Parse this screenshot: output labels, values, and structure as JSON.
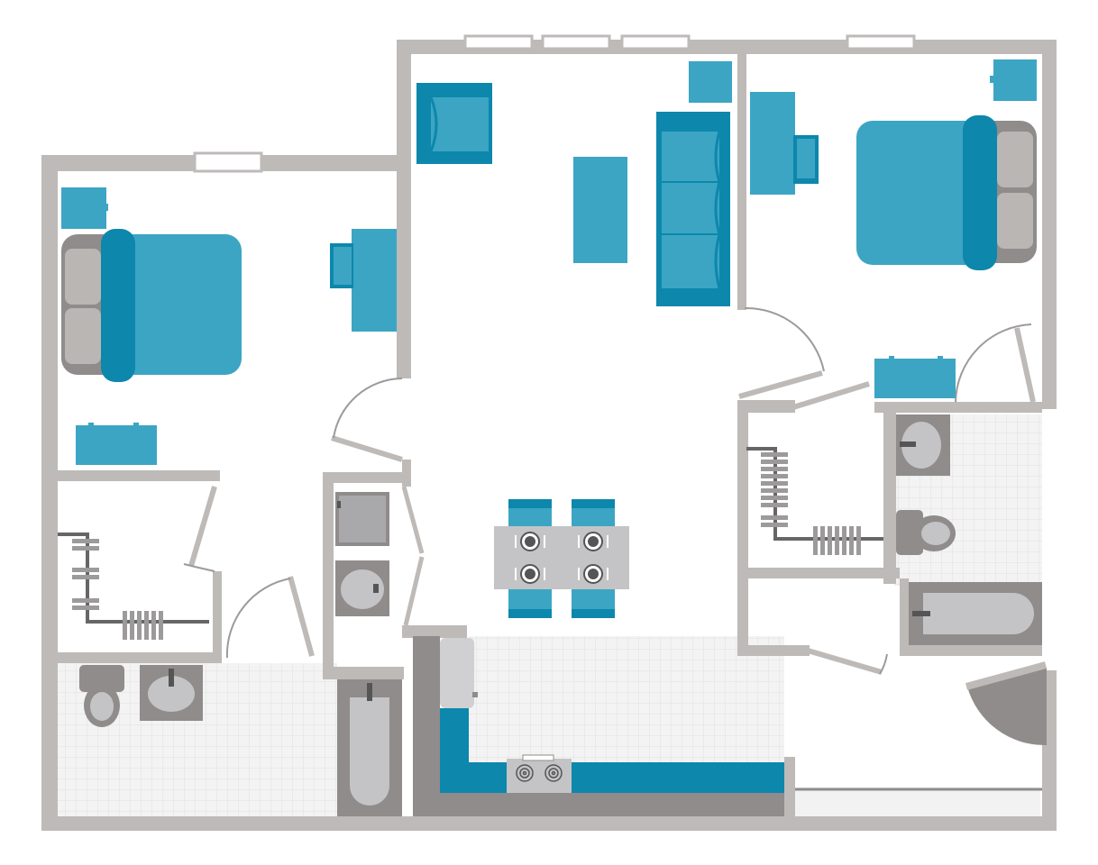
{
  "floor_plan": {
    "colors": {
      "wall": "#bdbab8",
      "floor": "#ffffff",
      "tile": "#f1f1f1",
      "tile_grid": "#e2e2e2",
      "furniture": "#3ca5c4",
      "furniture_dark": "#0d87ac",
      "pillow": "#b9b6b4",
      "bed_frame": "#8f8c8b",
      "fixture": "#c4c4c6",
      "fixture_dark": "#8f8c8b",
      "rail": "#666669"
    },
    "rooms": [
      "bedroom-left",
      "bedroom-right",
      "living-room",
      "kitchen",
      "bathroom-left",
      "bathroom-right",
      "closet-left",
      "closet-right",
      "laundry",
      "entry"
    ]
  }
}
